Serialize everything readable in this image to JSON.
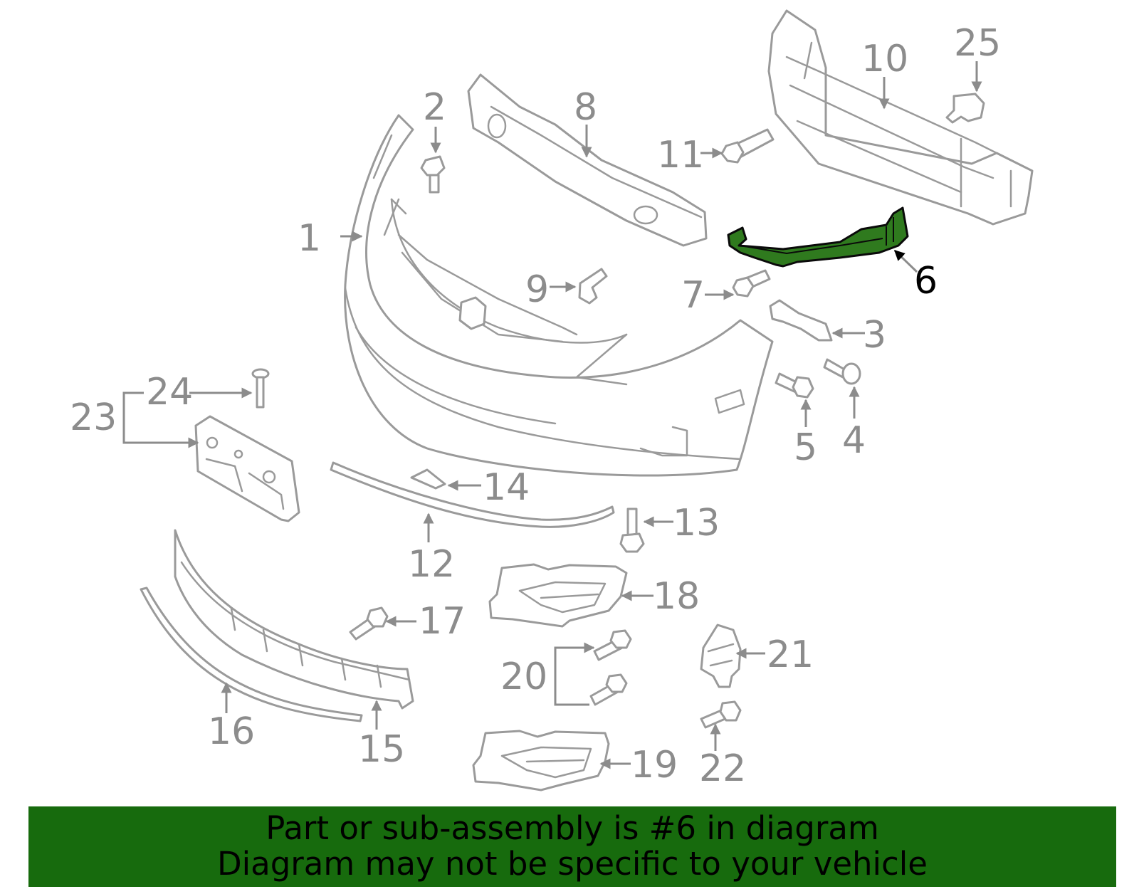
{
  "diagram": {
    "callouts": [
      "1",
      "2",
      "3",
      "4",
      "5",
      "6",
      "7",
      "8",
      "9",
      "10",
      "11",
      "12",
      "13",
      "14",
      "15",
      "16",
      "17",
      "18",
      "19",
      "20",
      "21",
      "22",
      "23",
      "24",
      "25"
    ],
    "highlighted_part": "6",
    "colors": {
      "part_line": "#9a9a9a",
      "highlight_fill": "#2f7a1e",
      "footer_bg": "#176b0d"
    }
  },
  "footer": {
    "line1": "Part or sub-assembly is #6 in diagram",
    "line2": "Diagram may not be specific to your vehicle"
  }
}
